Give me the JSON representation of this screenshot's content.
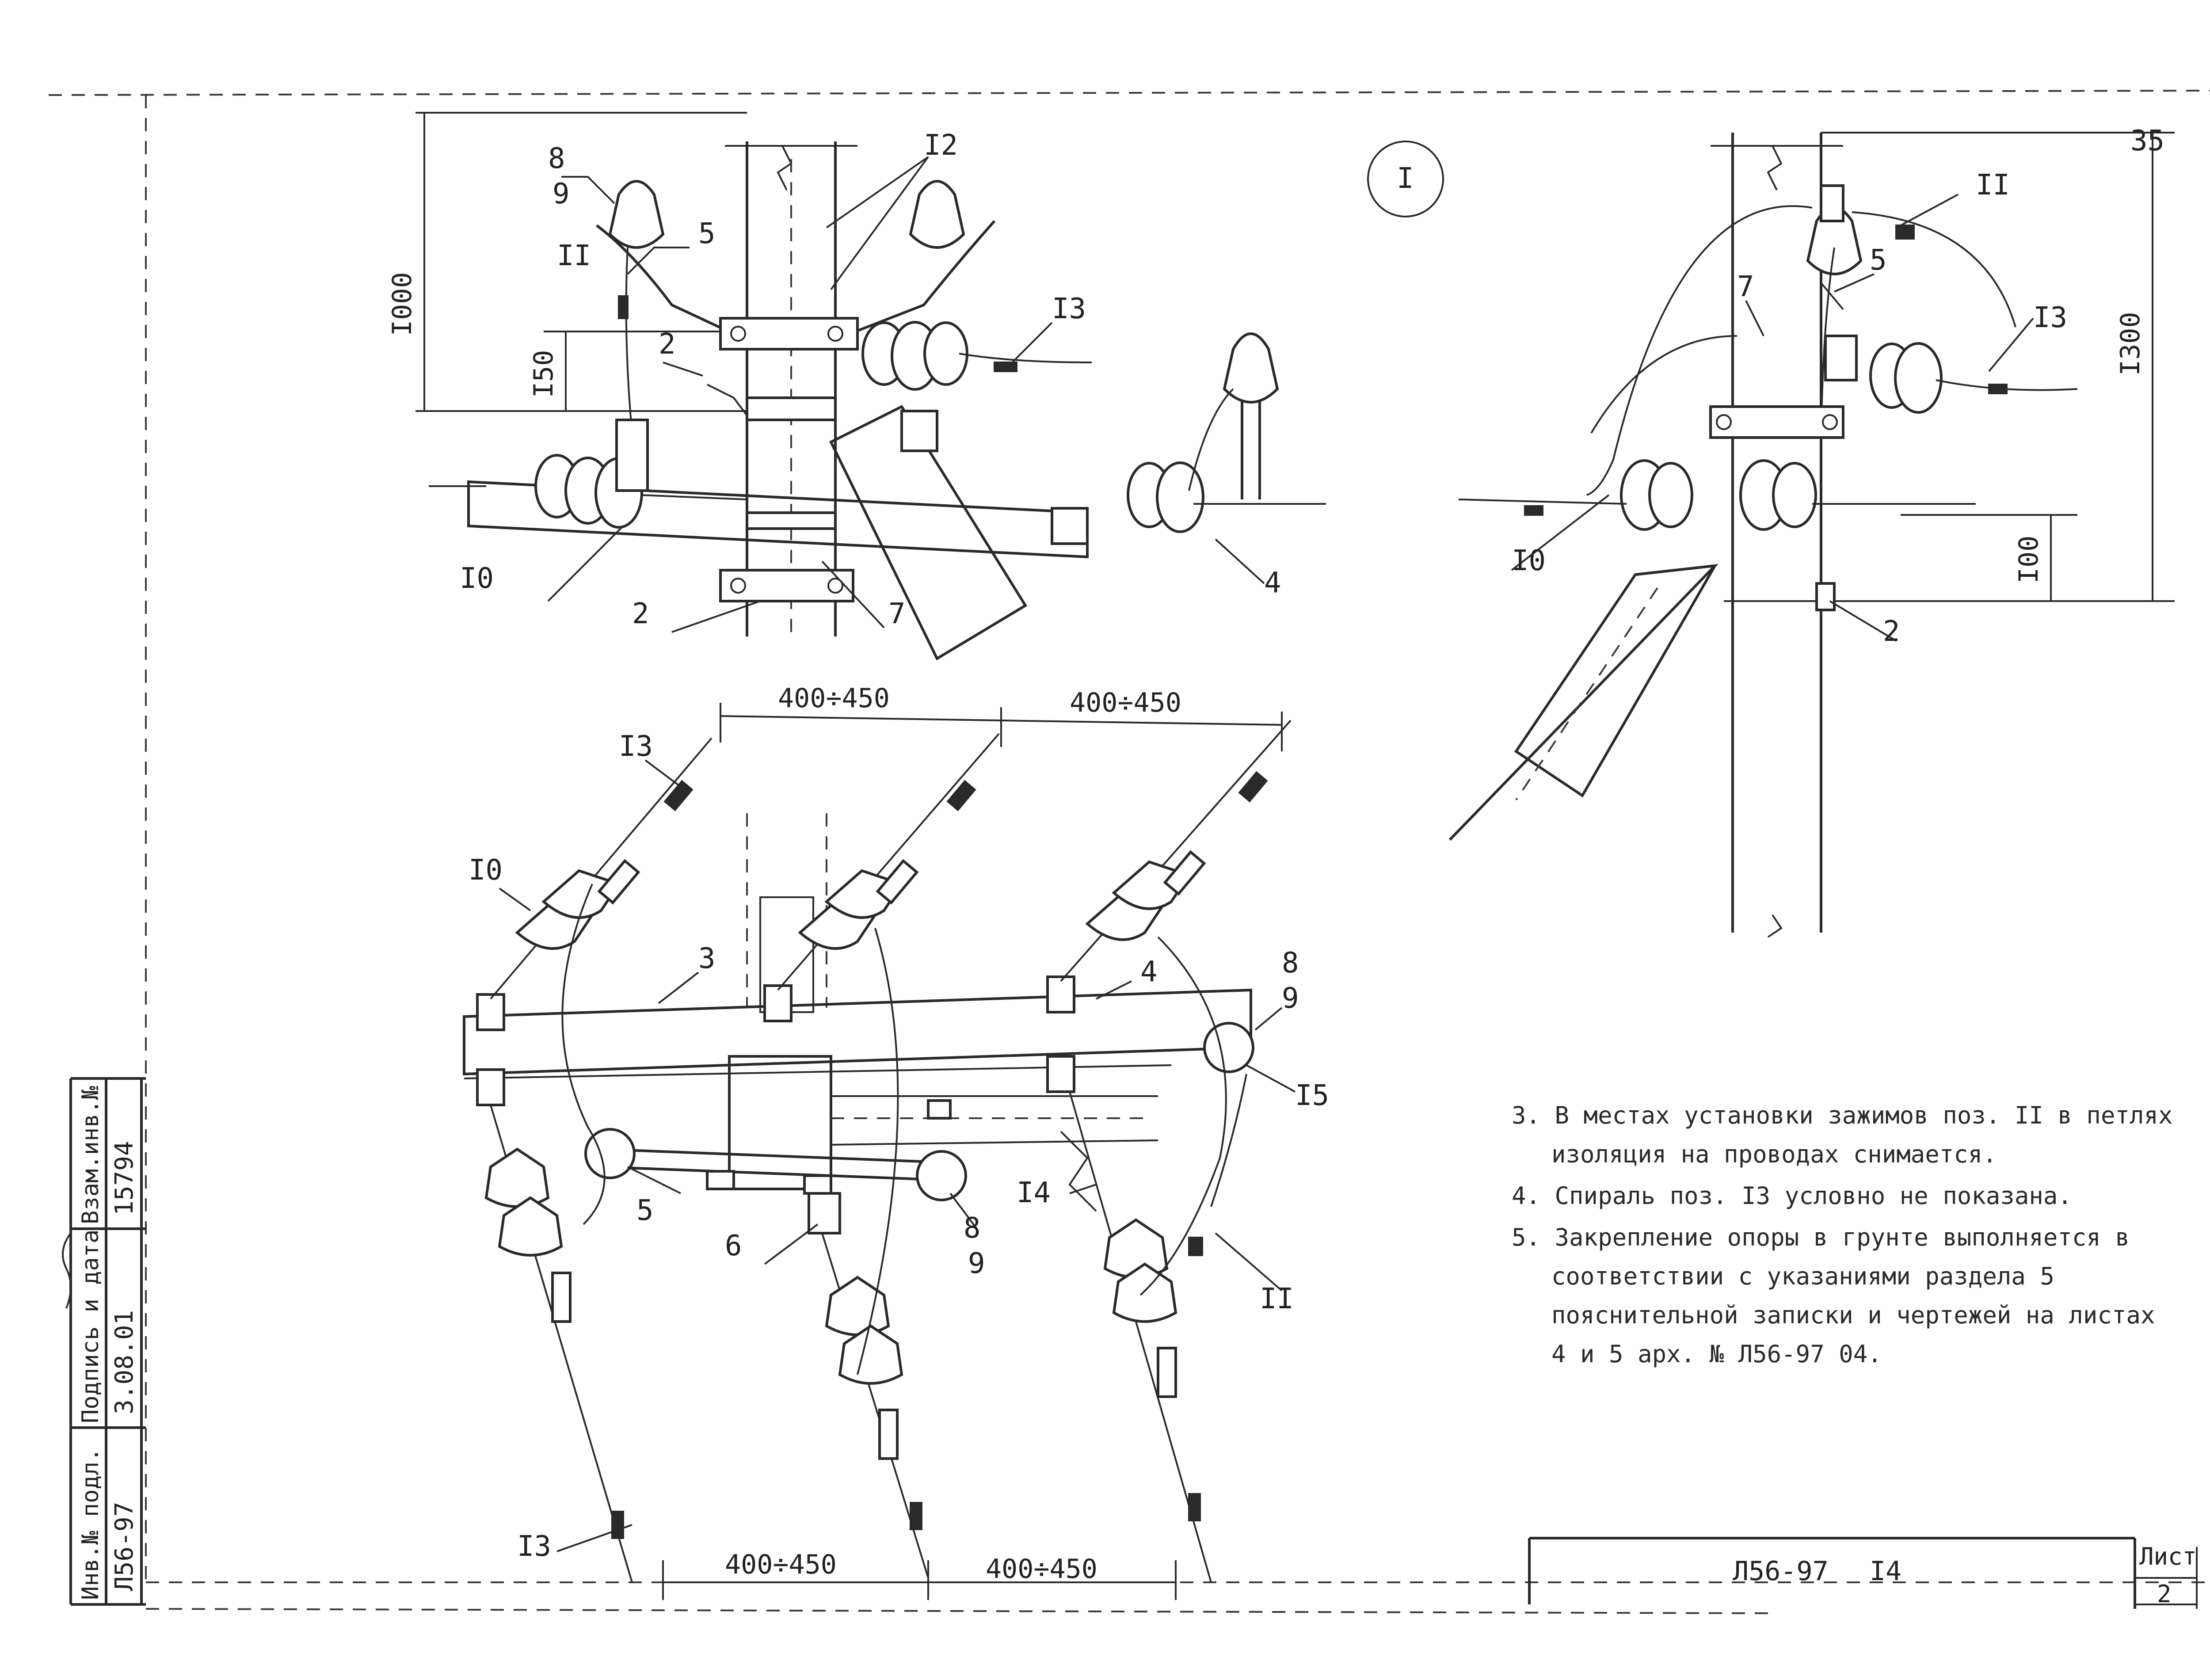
{
  "drawing": {
    "sheet_number_corner": "35",
    "detail_circle": "I",
    "pos_labels": {
      "p2": "2",
      "p3": "3",
      "p4": "4",
      "p5": "5",
      "p6": "6",
      "p7": "7",
      "p8": "8",
      "p9": "9",
      "p10": "I0",
      "p11": "II",
      "p12": "I2",
      "p13": "I3",
      "p14": "I4",
      "p15": "I5"
    },
    "dimensions": {
      "d1000": "I000",
      "d150": "I50",
      "d1300": "I300",
      "d100": "I00",
      "span": "400÷450"
    }
  },
  "notes": [
    "3. В местах установки зажимов поз. II в петлях изоляция на проводах снимается.",
    "4. Спираль поз. I3 условно не показана.",
    "5. Закрепление опоры в грунте выполняется в соответствии с указаниями раздела 5 пояснительной записки и чертежей на листах 4 и 5 арх. № Л56-97 04."
  ],
  "title_block": {
    "code": "Л56-97",
    "sheet_id": "I4",
    "sheet_label": "Лист",
    "sheet_no": "2"
  },
  "side_stamp": {
    "inv_label": "Инв.№ подл.",
    "sign_label": "Подпись и дата",
    "replace_label": "Взам.инв.№",
    "inv_value": "Л56-97",
    "date_value": "3.08.01",
    "replace_value": "15794",
    "colors": {
      "ink": "#2a2a2a",
      "paper": "#ffffff"
    }
  }
}
